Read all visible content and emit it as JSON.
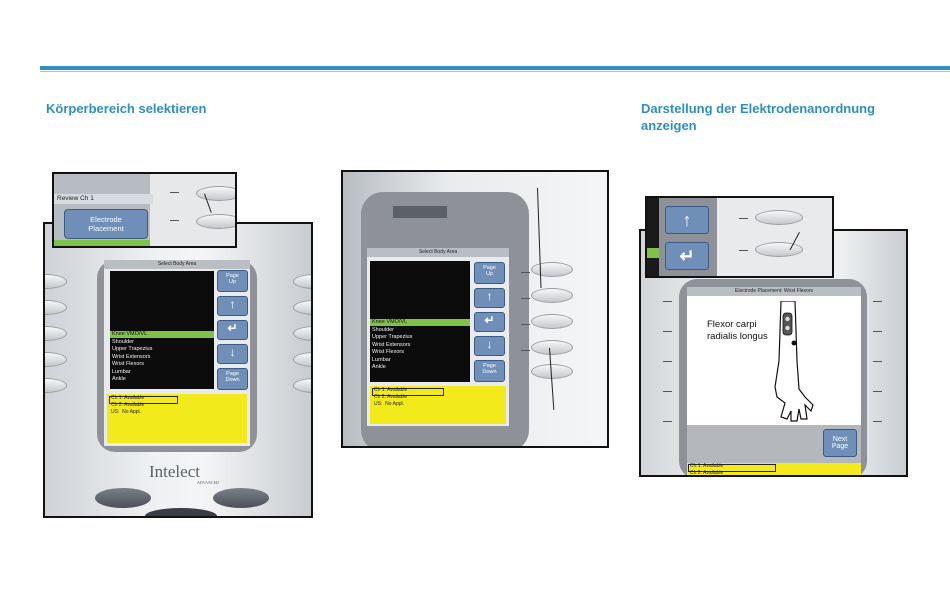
{
  "headings": {
    "left": "Körperbereich selektieren",
    "right_line1": "Darstellung der Elektrodenanordnung",
    "right_line2": "anzeigen"
  },
  "screen": {
    "title": "Select Body Area",
    "items": [
      "Knee VMO/VL",
      "Shoulder",
      "Upper Trapezius",
      "Wrist Extensors",
      "Wrist Flexors",
      "Lumbar",
      "Ankle"
    ],
    "selected_index": 0,
    "page_up": [
      "Page",
      "Up"
    ],
    "page_down": [
      "Page",
      "Down"
    ],
    "up_icon": "arrow-up-icon",
    "enter_icon": "enter-icon",
    "down_icon": "arrow-down-icon",
    "status": [
      {
        "label": "Ch 1:",
        "value": "Available"
      },
      {
        "label": "Ch 2:",
        "value": "Available"
      },
      {
        "label": "US:",
        "value": "No Appl."
      }
    ]
  },
  "inset1": {
    "header": "Review Ch 1",
    "button_line1": "Electrode",
    "button_line2": "Placement"
  },
  "device_brand": {
    "name": "Intelect",
    "sub": "ADVANCED"
  },
  "right_screen": {
    "title": "Electrode Placement: Wrist Flexors",
    "label_line1": "Flexor carpi",
    "label_line2": "radialis longus",
    "next_line1": "Next",
    "next_line2": "Page",
    "status": [
      {
        "label": "Ch 1:",
        "value": "Available"
      },
      {
        "label": "Ch 2:",
        "value": "Available"
      }
    ]
  },
  "colors": {
    "accent": "#2f8fc4",
    "selection": "#7fc24a",
    "status_bg": "#f3ea1b",
    "button": "#6f8fb8"
  }
}
